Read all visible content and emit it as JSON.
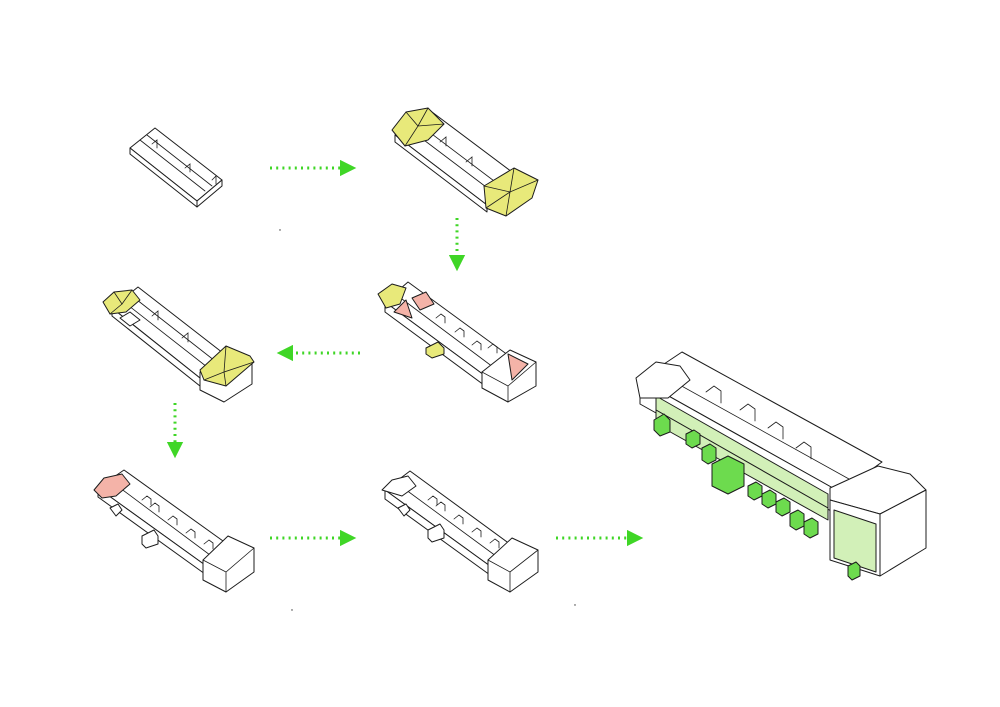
{
  "diagram": {
    "stages": [
      {
        "id": "base-volume",
        "highlight": "none"
      },
      {
        "id": "add-end-roofs",
        "highlight": "yellow"
      },
      {
        "id": "dormers-and-red-roofs",
        "highlight": "red-and-yellow"
      },
      {
        "id": "yellow-roofs-only",
        "highlight": "yellow"
      },
      {
        "id": "red-end-roof",
        "highlight": "red"
      },
      {
        "id": "plain-with-dormers",
        "highlight": "none"
      },
      {
        "id": "final-green",
        "highlight": "green"
      }
    ],
    "flow": [
      [
        "base-volume",
        "add-end-roofs"
      ],
      [
        "add-end-roofs",
        "dormers-and-red-roofs"
      ],
      [
        "dormers-and-red-roofs",
        "yellow-roofs-only"
      ],
      [
        "yellow-roofs-only",
        "red-end-roof"
      ],
      [
        "red-end-roof",
        "plain-with-dormers"
      ],
      [
        "plain-with-dormers",
        "final-green"
      ]
    ],
    "colors": {
      "arrow": "#3fd626",
      "yellow": "#e8e97a",
      "red": "#f4b3a8",
      "green-light": "#d2f0b8",
      "green": "#6ddb4e",
      "line": "#1c1c1c"
    }
  }
}
